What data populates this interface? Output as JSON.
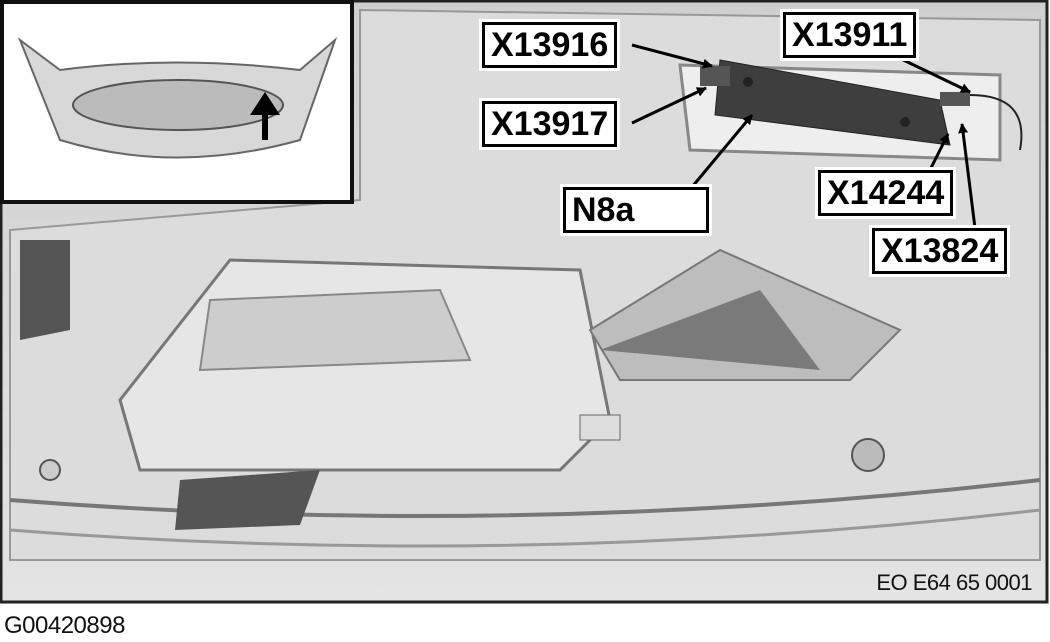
{
  "callouts": {
    "x13916": "X13916",
    "x13917": "X13917",
    "n8a": "N8a",
    "x13911": "X13911",
    "x14244": "X14244",
    "x13824": "X13824"
  },
  "figure_ref": "EO E64 65 0001",
  "graphic_id": "G00420898",
  "colors": {
    "background": "#d9d9d9",
    "module": "#3e3e3e",
    "outline": "#000000"
  }
}
